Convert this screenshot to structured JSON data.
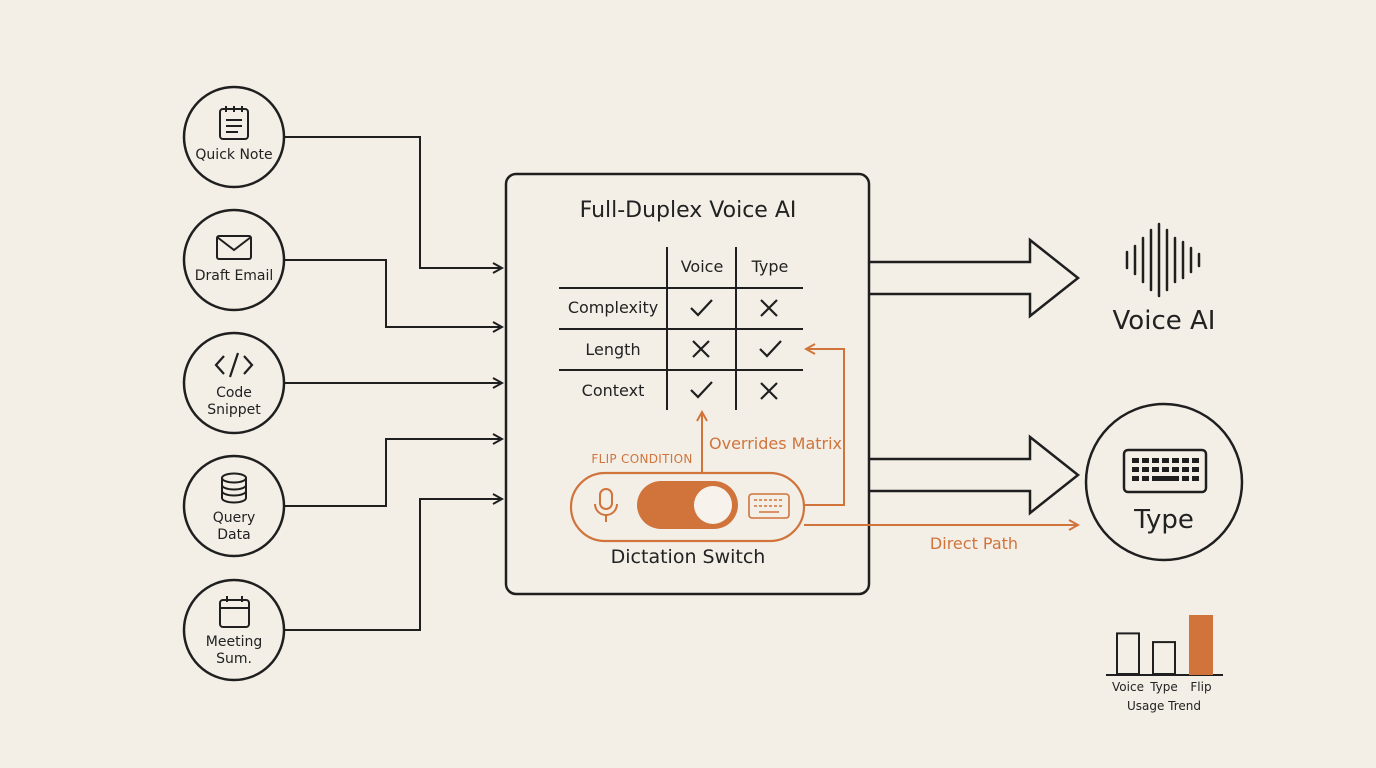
{
  "inputs": [
    {
      "label": "Quick Note",
      "icon": "notepad-icon"
    },
    {
      "label": "Draft Email",
      "icon": "envelope-icon"
    },
    {
      "label": "Code\nSnippet",
      "icon": "code-icon"
    },
    {
      "label": "Query\nData",
      "icon": "database-icon"
    },
    {
      "label": "Meeting\nSum.",
      "icon": "calendar-icon"
    }
  ],
  "center": {
    "title": "Full-Duplex Voice AI",
    "matrix": {
      "columns": [
        "Voice",
        "Type"
      ],
      "rows": [
        {
          "label": "Complexity",
          "voice": "✓",
          "type": "✕"
        },
        {
          "label": "Length",
          "voice": "✕",
          "type": "✓"
        },
        {
          "label": "Context",
          "voice": "✓",
          "type": "✕"
        }
      ]
    },
    "flip_condition": "FLIP CONDITION",
    "overrides_label": "Overrides Matrix",
    "switch_label": "Dictation Switch"
  },
  "outputs": {
    "voice": {
      "label": "Voice AI",
      "icon": "waveform-icon"
    },
    "type": {
      "label": "Type",
      "icon": "keyboard-icon"
    }
  },
  "direct_path_label": "Direct Path",
  "usage_trend": {
    "title": "Usage Trend",
    "categories": [
      "Voice",
      "Type",
      "Flip"
    ],
    "values": [
      0.7,
      0.55,
      1.0
    ]
  },
  "colors": {
    "ink": "#1f1f1f",
    "accent": "#d0743c",
    "background": "#f3efe7"
  }
}
